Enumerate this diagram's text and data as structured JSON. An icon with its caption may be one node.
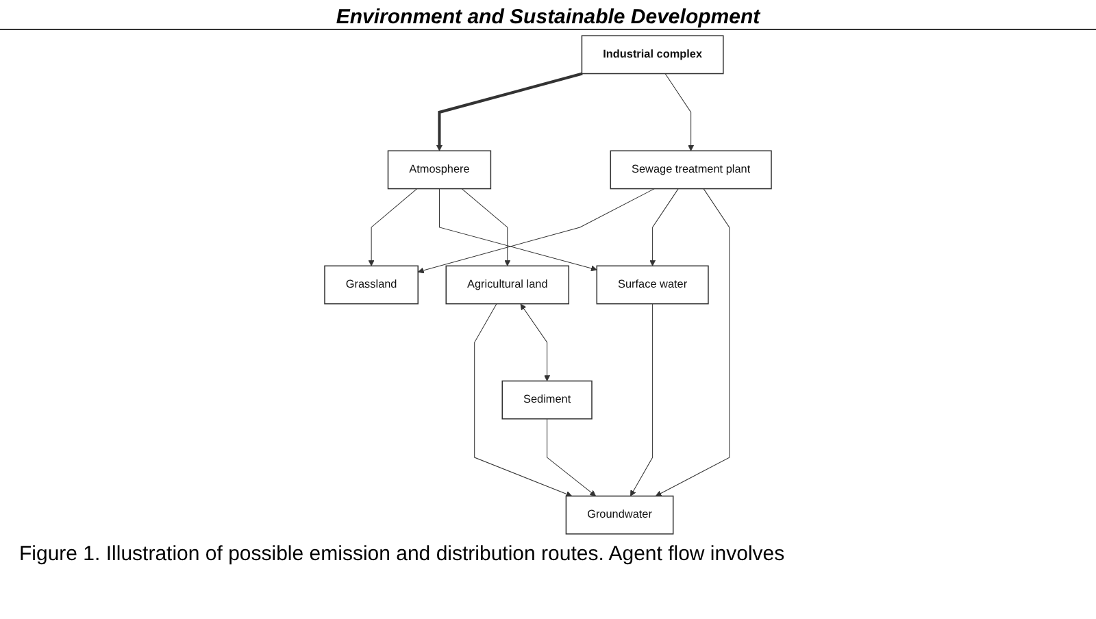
{
  "diagram": {
    "caption": "Figure 1. Illustration of possible emission and distribution routes. Agent flow involves",
    "nodes": [
      {
        "text": [
          "Atmosphere"
        ]
      },
      {
        "text": [
          "Industrial complex"
        ]
      },
      {
        "text": [
          "Grassland"
        ]
      },
      {
        "text": [
          "Surface water"
        ]
      },
      {
        "text": [
          "Agricultural land"
        ]
      },
      {
        "text": [
          "Sewage treatment plant"
        ]
      },
      {
        "text": [
          "Groundwater"
        ]
      },
      {
        "text": [
          "Sediment"
        ]
      }
    ],
    "edges": [
      {
        "from": 1,
        "to": 0,
        "arrow": "to",
        "style": "thick"
      },
      {
        "from": 0,
        "to": 2,
        "arrow": "to"
      },
      {
        "from": 0,
        "to": 3,
        "arrow": "to"
      },
      {
        "from": 0,
        "to": 4,
        "arrow": "to"
      },
      {
        "from": 1,
        "to": 5,
        "arrow": "to"
      },
      {
        "from": 5,
        "to": 2,
        "arrow": "to"
      },
      {
        "from": 5,
        "to": 3,
        "arrow": "to"
      },
      {
        "from": 3,
        "to": 6,
        "arrow": "to"
      },
      {
        "from": 4,
        "to": 6,
        "arrow": "to"
      },
      {
        "from": 4,
        "to": 7,
        "arrow": "both"
      },
      {
        "from": 5,
        "to": 6,
        "arrow": "to"
      },
      {
        "from": 7,
        "to": 6,
        "arrow": "to"
      }
    ],
    "labels": [
      "Environment and Sustainable Development"
    ]
  }
}
